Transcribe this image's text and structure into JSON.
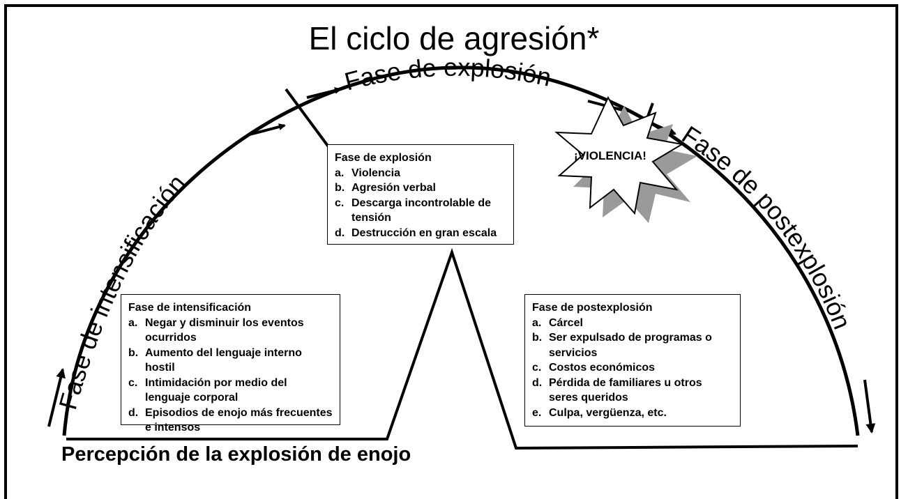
{
  "title": "El ciclo de agresión*",
  "arc_labels": {
    "intensification": "Fase de intensificación",
    "explosion": "Fase de explosión",
    "post": "Fase de postexplosión"
  },
  "burst_text": "¡VIOLENCIA!",
  "bottom_label": "Percepción de la explosión de enojo",
  "boxes": {
    "explosion": {
      "heading": "Fase de explosión",
      "items": [
        {
          "letter": "a.",
          "text": "Violencia"
        },
        {
          "letter": "b.",
          "text": "Agresión verbal"
        },
        {
          "letter": "c.",
          "text": "Descarga incontrolable de tensión"
        },
        {
          "letter": "d.",
          "text": "Destrucción en gran escala"
        }
      ]
    },
    "intensification": {
      "heading": "Fase de intensificación",
      "items": [
        {
          "letter": "a.",
          "text": "Negar y disminuir los eventos ocurridos"
        },
        {
          "letter": "b.",
          "text": "Aumento del lenguaje interno hostil"
        },
        {
          "letter": "c.",
          "text": "Intimidación por medio del lenguaje corporal"
        },
        {
          "letter": "d.",
          "text": "Episodios de enojo más frecuentes e intensos"
        }
      ]
    },
    "post": {
      "heading": "Fase de postexplosión",
      "items": [
        {
          "letter": "a.",
          "text": "Cárcel"
        },
        {
          "letter": "b.",
          "text": "Ser expulsado de programas o servicios"
        },
        {
          "letter": "c.",
          "text": "Costos económicos"
        },
        {
          "letter": "d.",
          "text": "Pérdida de familiares u otros seres queridos"
        },
        {
          "letter": "e.",
          "text": "Culpa, vergüenza, etc."
        }
      ]
    }
  },
  "colors": {
    "ink": "#000000",
    "paper": "#ffffff",
    "shadow": "#999999"
  }
}
